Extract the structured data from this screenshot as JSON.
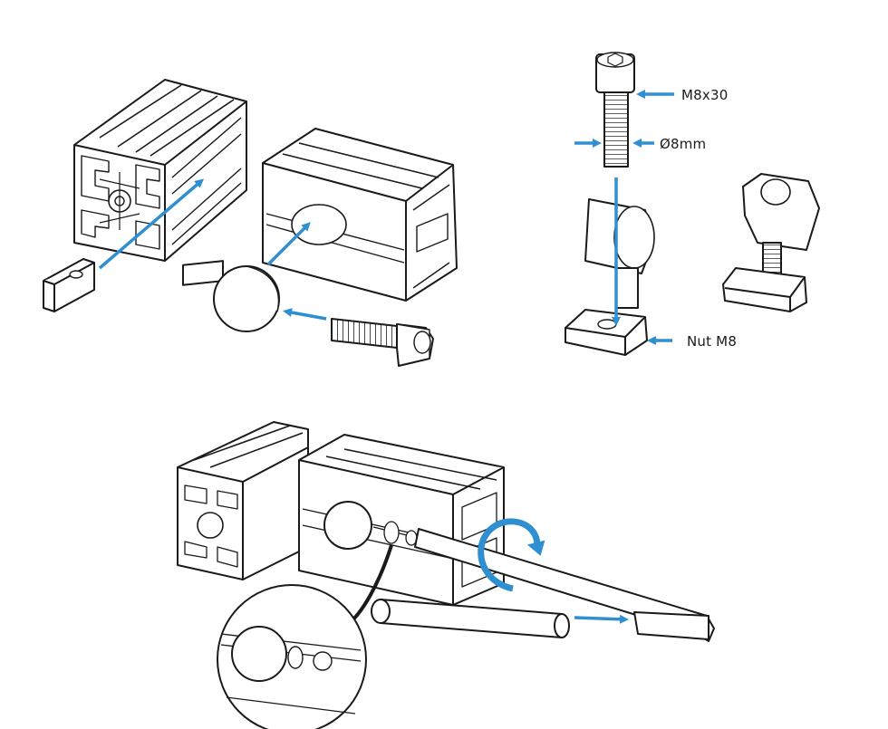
{
  "labels": {
    "bolt": "M8x30",
    "diameter": "Ø8mm",
    "nut": "Nut M8"
  },
  "colors": {
    "accent": "#2f8fd0",
    "line": "#1a1a1a",
    "fill": "#ffffff",
    "shade": "#d9d9d9"
  }
}
